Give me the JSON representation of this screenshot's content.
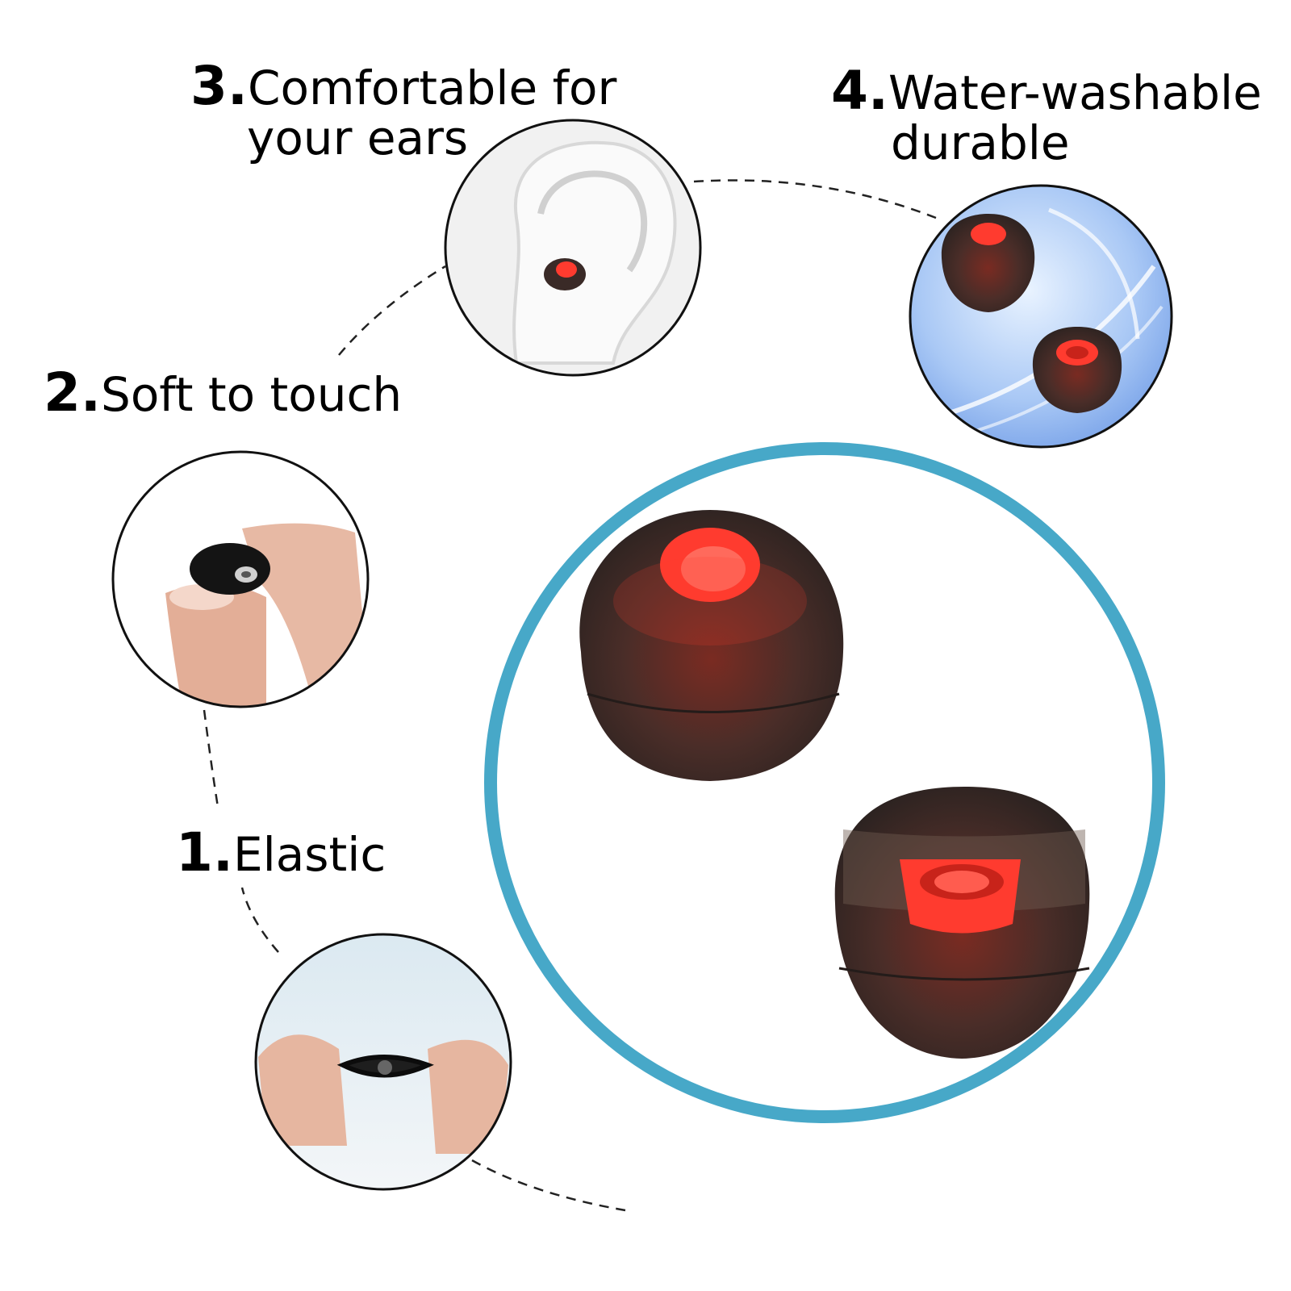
{
  "features": [
    {
      "number": "1.",
      "text": "Elastic"
    },
    {
      "number": "2.",
      "text": "Soft to touch"
    },
    {
      "number": "3.",
      "text": "Comfortable for",
      "text2": "your ears"
    },
    {
      "number": "4.",
      "text": "Water-washable",
      "text2": "durable"
    }
  ],
  "colors": {
    "ring": "#47a8c8",
    "eartip_body": "#3a2a27",
    "eartip_core": "#ff3b2f",
    "water_bg": "#8fb4f0",
    "skin": "#e9b9a4"
  }
}
